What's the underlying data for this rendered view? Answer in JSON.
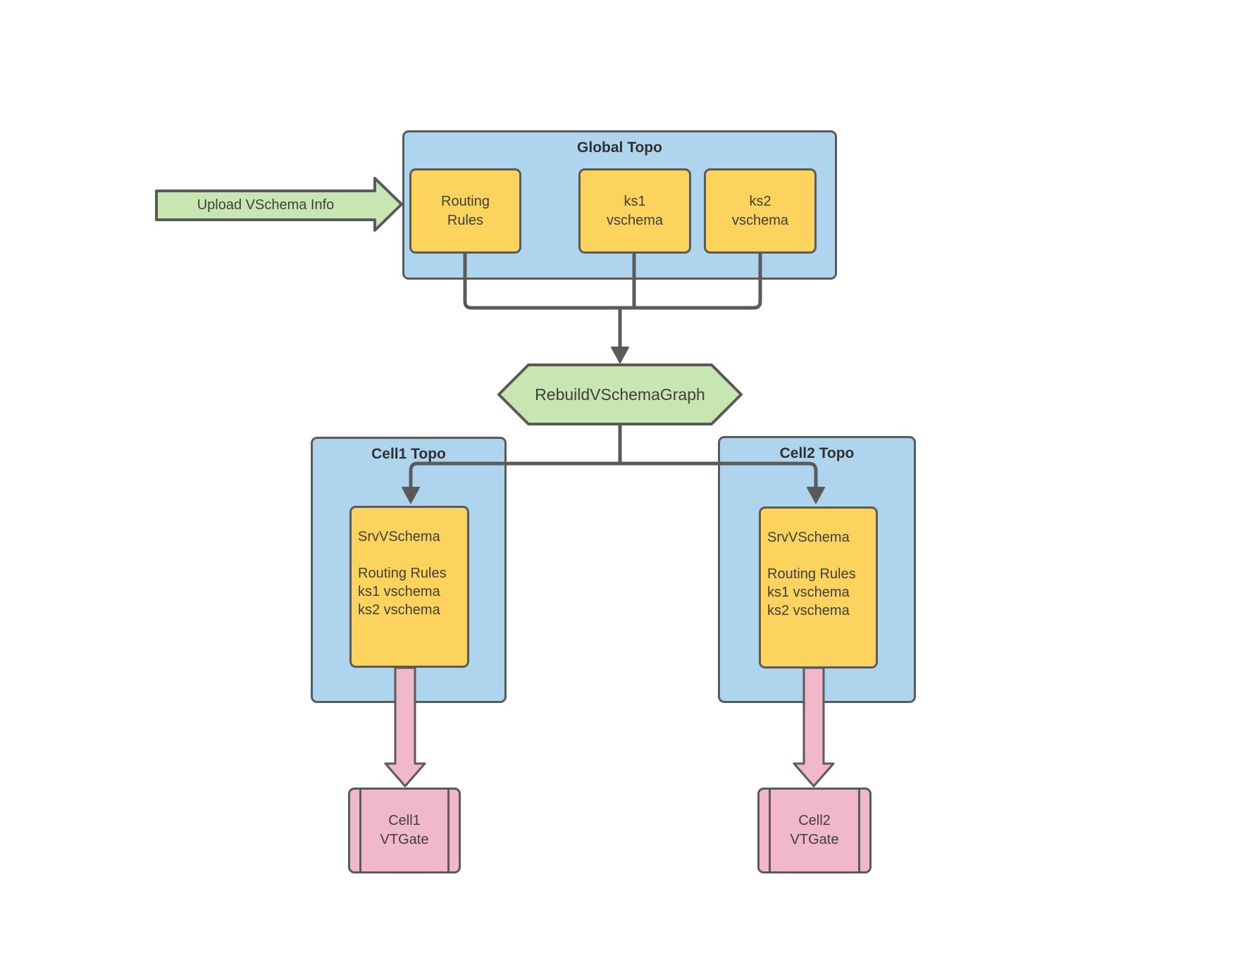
{
  "colors": {
    "blue_fill": "#AFD4EE",
    "yellow_fill": "#FCD35C",
    "green_fill": "#C7E6B2",
    "pink_fill": "#F1B8C9",
    "stroke": "#5A5A5A",
    "text": "#3F3F3F"
  },
  "upload_arrow": {
    "label": "Upload VSchema Info"
  },
  "global_topo": {
    "title": "Global Topo",
    "routing_rules": "Routing\nRules",
    "ks1": "ks1\nvschema",
    "ks2": "ks2\nvschema"
  },
  "rebuild": {
    "label": "RebuildVSchemaGraph"
  },
  "cell1": {
    "title": "Cell1 Topo",
    "srv_vschema": "SrvVSchema\n\nRouting Rules\nks1 vschema\nks2 vschema",
    "vtgate": "Cell1\nVTGate"
  },
  "cell2": {
    "title": "Cell2 Topo",
    "srv_vschema": "SrvVSchema\n\nRouting Rules\nks1 vschema\nks2 vschema",
    "vtgate": "Cell2\nVTGate"
  }
}
